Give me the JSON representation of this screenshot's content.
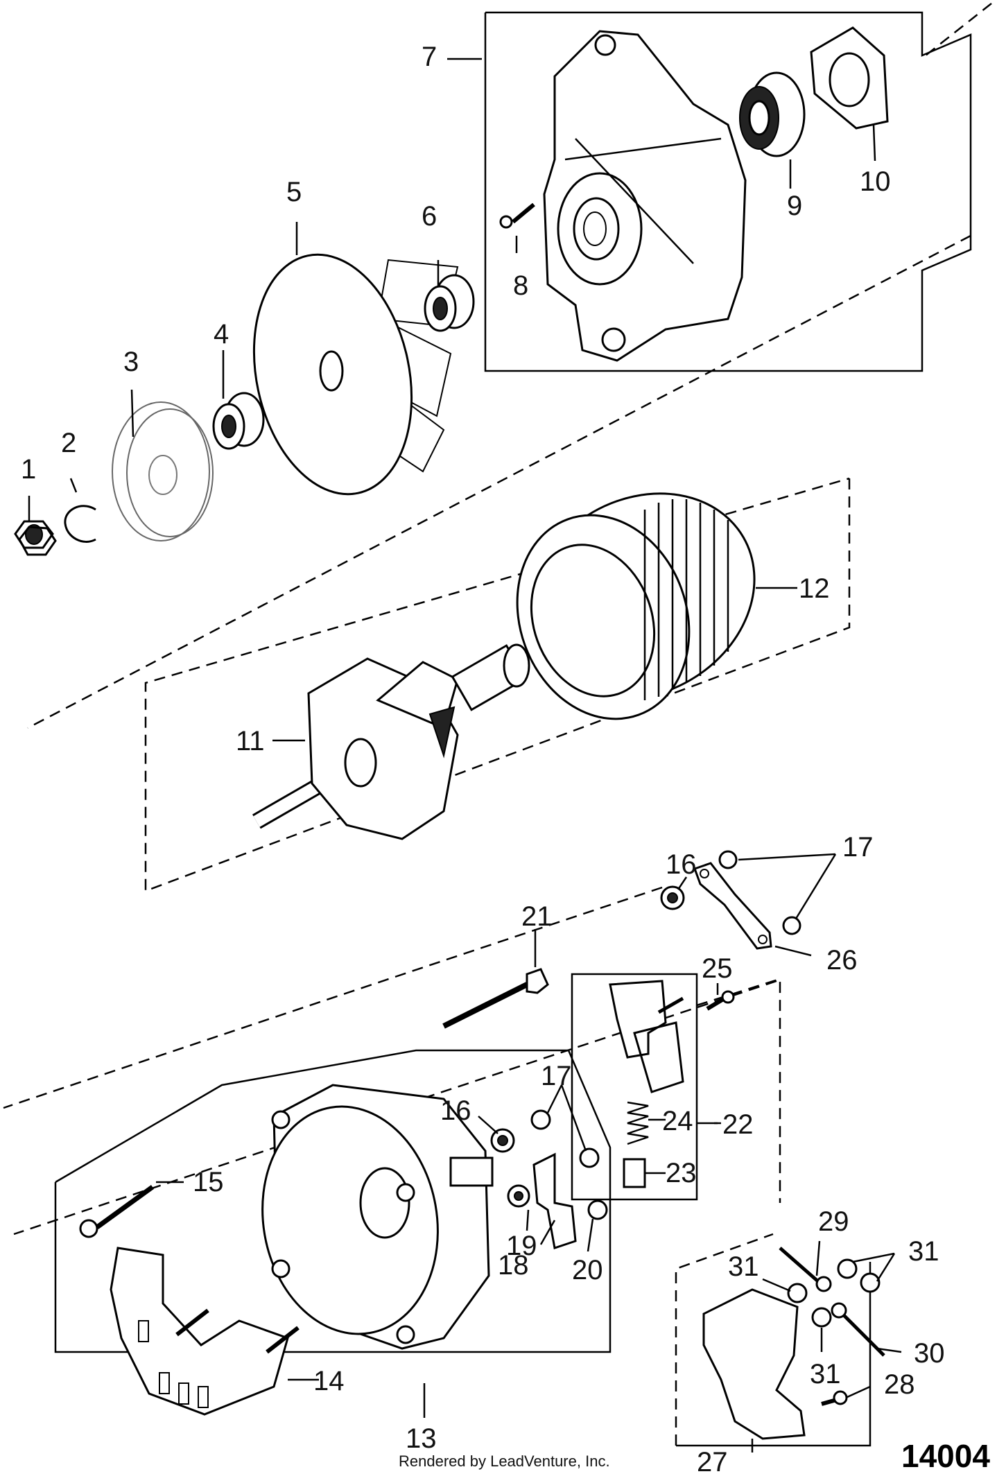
{
  "callouts": {
    "c1": "1",
    "c2": "2",
    "c3": "3",
    "c4": "4",
    "c5": "5",
    "c6": "6",
    "c7": "7",
    "c8": "8",
    "c9": "9",
    "c10": "10",
    "c11": "11",
    "c12": "12",
    "c13": "13",
    "c14": "14",
    "c15": "15",
    "c16a": "16",
    "c16b": "16",
    "c17a": "17",
    "c17b": "17",
    "c18": "18",
    "c19": "19",
    "c20": "20",
    "c21": "21",
    "c22": "22",
    "c23": "23",
    "c24": "24",
    "c25": "25",
    "c26": "26",
    "c27": "27",
    "c28": "28",
    "c29": "29",
    "c30": "30",
    "c31a": "31",
    "c31b": "31",
    "c31c": "31"
  },
  "footer": {
    "credit": "Rendered by LeadVenture, Inc.",
    "figure_number": "14004"
  }
}
